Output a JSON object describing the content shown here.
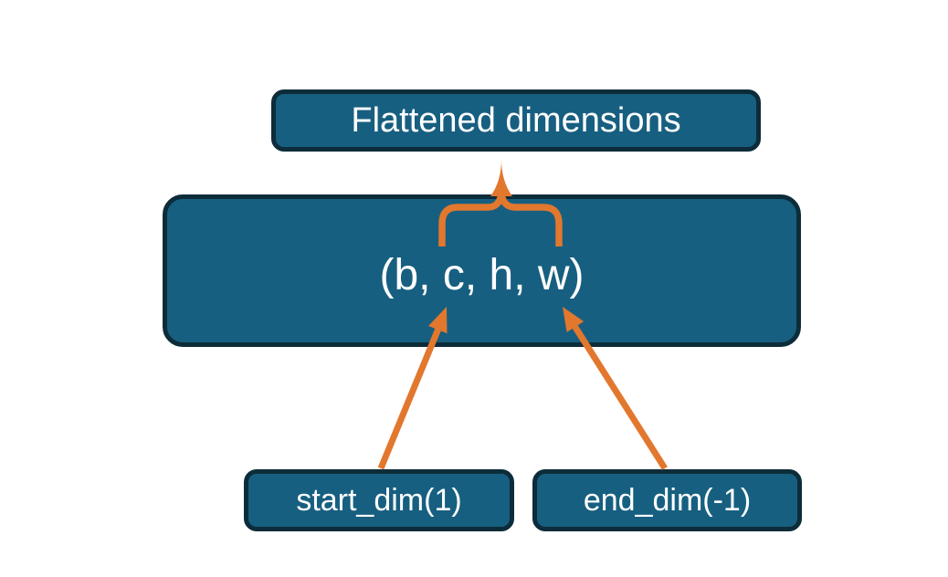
{
  "diagram": {
    "colors": {
      "background": "#FFFFFF",
      "node_fill": "#175F80",
      "node_border": "#0D2C3A",
      "label_text": "#FFFFFF",
      "connector": "#E2772E"
    },
    "nodes": {
      "flattened": {
        "label": "Flattened dimensions"
      },
      "tensor": {
        "label": "(b, c, h, w)"
      },
      "start_dim": {
        "label": "start_dim(1)"
      },
      "end_dim": {
        "label": "end_dim(-1)"
      }
    },
    "connectors": {
      "brace": {
        "type": "curly-brace",
        "from": "Flattened dimensions",
        "to": "(b, c, h, w)"
      },
      "arrow_start": {
        "type": "arrow",
        "from": "start_dim(1)",
        "to": "(b, c, h, w)"
      },
      "arrow_end": {
        "type": "arrow",
        "from": "end_dim(-1)",
        "to": "(b, c, h, w)"
      }
    }
  }
}
